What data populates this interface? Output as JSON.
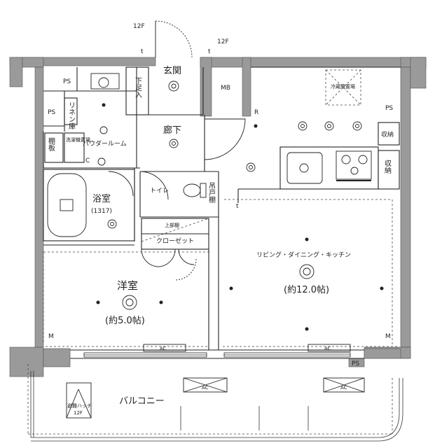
{
  "floor_labels": {
    "floor_upper": "12F",
    "floor_side": "12F",
    "hatch_floor": "12F"
  },
  "rooms": {
    "entrance": "玄関",
    "shoe_box": "下足入",
    "mb": "MB",
    "hallway": "廊下",
    "powder_room": "パウダールーム",
    "linen": "リネン庫",
    "shelf": "棚板",
    "washer": "洗濯機置場",
    "bathroom": "浴室",
    "bath_size": "(1317)",
    "toilet": "トイレ",
    "toilet_cabinet": "吊戸棚",
    "upper_shelf": "上部棚",
    "closet": "クローゼット",
    "western": "洋室",
    "western_size": "(約5.0帖)",
    "ldk": "リビング・ダイニング・キッチン",
    "ldk_size": "(約12.0帖)",
    "fridge": "冷蔵庫置場",
    "storage1": "収納",
    "storage2": "収納",
    "balcony": "バルコニー",
    "hatch": "避難ハッチ"
  },
  "marks": {
    "ps1": "PS",
    "ps2": "PS",
    "ps3": "PS",
    "ps4": "PS",
    "c_mark": "C",
    "r_mark": "R",
    "m_mark1": "M",
    "m_mark2": "M",
    "ac1": "AC",
    "ac2": "AC",
    "ac3": "AC",
    "ac4": "AC",
    "t_mark1": "t",
    "t_mark2": "t",
    "t_mark3": "t"
  },
  "colors": {
    "wall": "#9a9a9a",
    "line": "#222222"
  }
}
